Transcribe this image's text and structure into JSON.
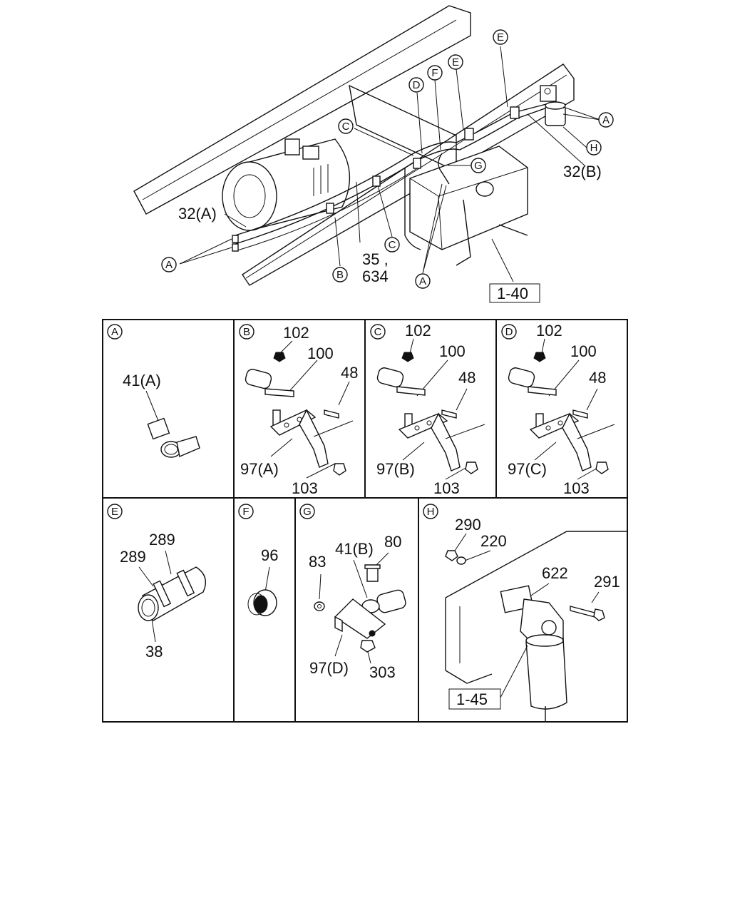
{
  "overview": {
    "callouts": {
      "c_32a": "32(A)",
      "c_35": "35 ,",
      "c_634": "634",
      "c_32b": "32(B)",
      "c_1_40": "1-40"
    },
    "letters": {
      "A": "A",
      "B": "B",
      "C": "C",
      "D": "D",
      "E": "E",
      "F": "F",
      "G": "G",
      "H": "H"
    }
  },
  "panels": {
    "A": {
      "letter": "A",
      "parts": [
        "41(A)"
      ]
    },
    "B": {
      "letter": "B",
      "parts": [
        "102",
        "100",
        "48",
        "97(A)",
        "103"
      ]
    },
    "C": {
      "letter": "C",
      "parts": [
        "102",
        "100",
        "48",
        "97(B)",
        "103"
      ]
    },
    "D": {
      "letter": "D",
      "parts": [
        "102",
        "100",
        "48",
        "97(C)",
        "103"
      ]
    },
    "E": {
      "letter": "E",
      "parts": [
        "289",
        "289",
        "38"
      ]
    },
    "F": {
      "letter": "F",
      "parts": [
        "96"
      ]
    },
    "G": {
      "letter": "G",
      "parts": [
        "41(B)",
        "80",
        "83",
        "97(D)",
        "303"
      ]
    },
    "H": {
      "letter": "H",
      "parts": [
        "290",
        "220",
        "622",
        "291",
        "1-45"
      ]
    }
  }
}
